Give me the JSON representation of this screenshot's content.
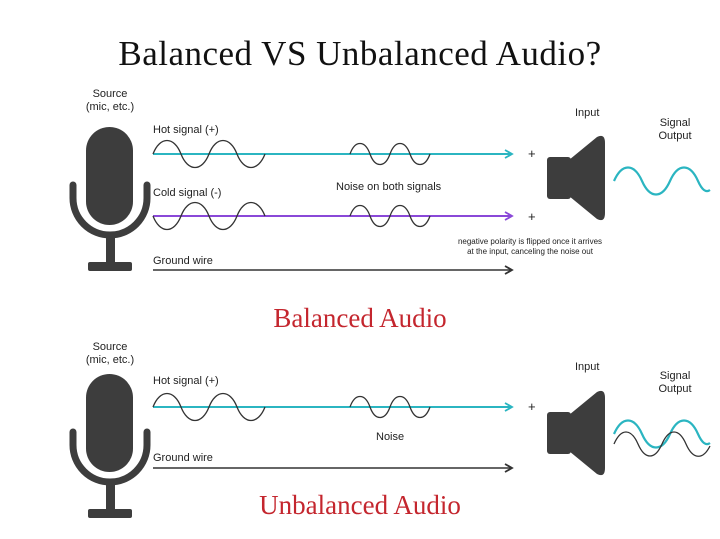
{
  "title": "Balanced VS Unbalanced Audio?",
  "colors": {
    "hot": "#2bb5c1",
    "cold": "#8a48d8",
    "ground": "#333333",
    "icon": "#3d3d3d",
    "section_title": "#c4262e"
  },
  "balanced": {
    "source_label_line1": "Source",
    "source_label_line2": "(mic, etc.)",
    "hot_label": "Hot signal (+)",
    "cold_label": "Cold signal (-)",
    "ground_label": "Ground wire",
    "noise_label": "Noise on both signals",
    "note_line1": "negative polarity is flipped once it arrives",
    "note_line2": "at the input, canceling the noise out",
    "input_label": "Input",
    "output_label_line1": "Signal",
    "output_label_line2": "Output",
    "plus_hot": "+",
    "plus_cold": "+",
    "section_title": "Balanced Audio"
  },
  "unbalanced": {
    "source_label_line1": "Source",
    "source_label_line2": "(mic, etc.)",
    "hot_label": "Hot signal (+)",
    "ground_label": "Ground wire",
    "noise_label": "Noise",
    "input_label": "Input",
    "output_label_line1": "Signal",
    "output_label_line2": "Output",
    "plus_hot": "+",
    "section_title": "Unbalanced Audio"
  }
}
